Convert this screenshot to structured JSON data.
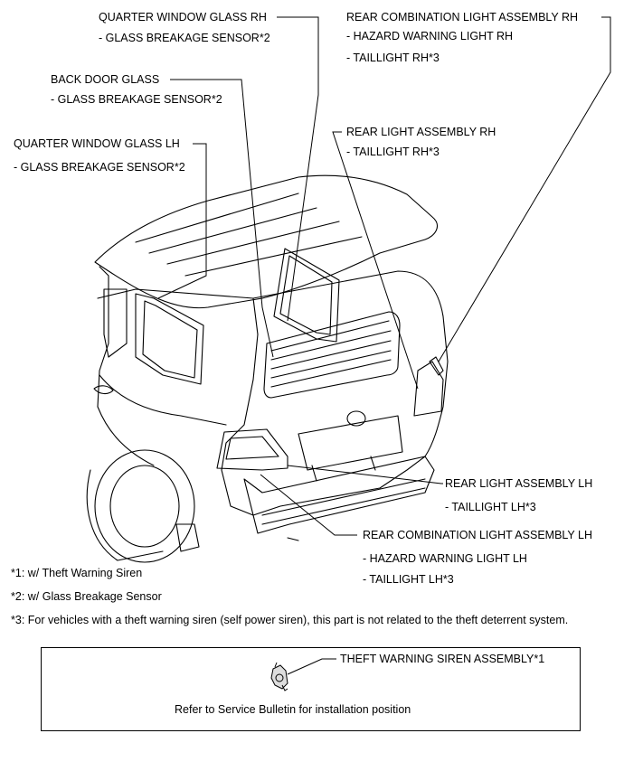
{
  "callouts": {
    "quarter_rh": {
      "title": "QUARTER WINDOW GLASS RH",
      "sub": "- GLASS BREAKAGE SENSOR*2"
    },
    "rear_combo_rh": {
      "title": "REAR COMBINATION LIGHT ASSEMBLY RH",
      "sub1": "- HAZARD WARNING LIGHT RH",
      "sub2": "- TAILLIGHT RH*3"
    },
    "back_door": {
      "title": "BACK DOOR GLASS",
      "sub": "- GLASS BREAKAGE SENSOR*2"
    },
    "rear_light_rh": {
      "title": "REAR LIGHT ASSEMBLY RH",
      "sub": "- TAILLIGHT RH*3"
    },
    "quarter_lh": {
      "title": "QUARTER WINDOW GLASS LH",
      "sub": "- GLASS BREAKAGE SENSOR*2"
    },
    "rear_light_lh": {
      "title": "REAR LIGHT ASSEMBLY LH",
      "sub": "- TAILLIGHT LH*3"
    },
    "rear_combo_lh": {
      "title": "REAR COMBINATION LIGHT ASSEMBLY LH",
      "sub1": "- HAZARD WARNING LIGHT LH",
      "sub2": "- TAILLIGHT LH*3"
    }
  },
  "notes": {
    "n1": "*1: w/ Theft Warning Siren",
    "n2": "*2: w/ Glass Breakage Sensor",
    "n3": "*3: For vehicles with a theft warning siren (self power siren), this part is not related to the theft deterrent system."
  },
  "siren": {
    "title": "THEFT WARNING SIREN ASSEMBLY*1",
    "instruction": "Refer to Service Bulletin for installation position"
  }
}
